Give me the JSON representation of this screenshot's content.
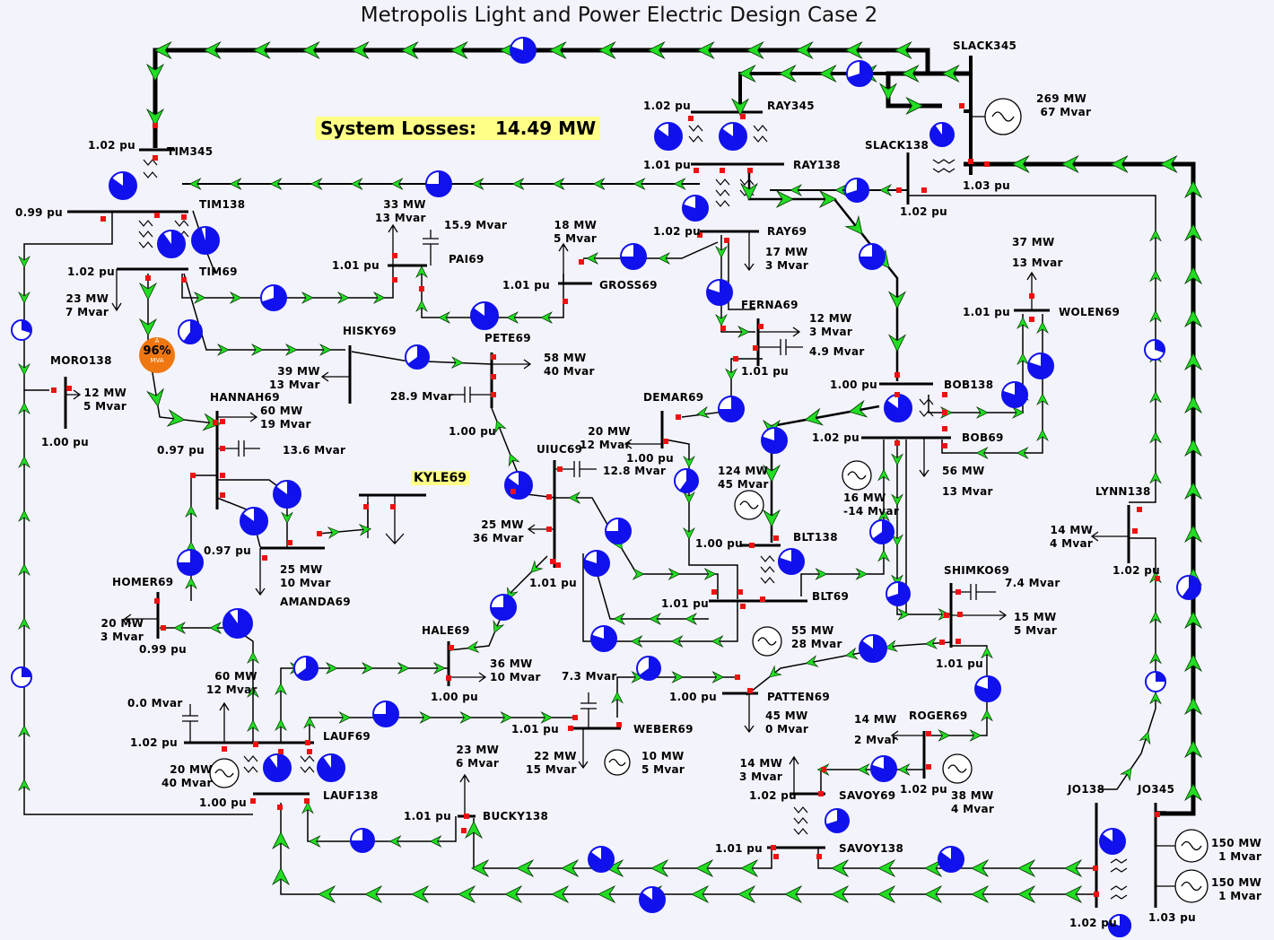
{
  "title": "Metropolis Light and Power Electric Design Case 2",
  "losses": {
    "label": "System Losses:",
    "value": "14.49 MW"
  },
  "highlight": {
    "bus": "KYLE69"
  },
  "overload": {
    "percent": "96%",
    "unit_top": "A",
    "unit_bottom": "MVA"
  },
  "colors": {
    "background": "#f3f3fb",
    "line": "#000000",
    "flow_arrow": "#22dd22",
    "breaker": "#ee1111",
    "pie_fill": "#1111ee",
    "overload": "#ee7711",
    "highlight": "#ffff88"
  },
  "buses": [
    {
      "name": "SLACK345",
      "pu": "1.03 pu"
    },
    {
      "name": "SLACK138",
      "pu": "1.02 pu"
    },
    {
      "name": "RAY345",
      "pu": "1.02 pu"
    },
    {
      "name": "RAY138",
      "pu": "1.01 pu"
    },
    {
      "name": "RAY69",
      "pu": "1.02 pu"
    },
    {
      "name": "TIM345",
      "pu": "1.02 pu"
    },
    {
      "name": "TIM138",
      "pu": "0.99 pu"
    },
    {
      "name": "TIM69",
      "pu": "1.02 pu"
    },
    {
      "name": "MORO138",
      "pu": "1.00 pu"
    },
    {
      "name": "HANNAH69",
      "pu": "0.97 pu"
    },
    {
      "name": "AMANDA69",
      "pu": "0.97 pu"
    },
    {
      "name": "HOMER69",
      "pu": "0.99 pu"
    },
    {
      "name": "LAUF69",
      "pu": "1.02 pu"
    },
    {
      "name": "LAUF138",
      "pu": "1.00 pu"
    },
    {
      "name": "HISKY69",
      "pu": ""
    },
    {
      "name": "PAI69",
      "pu": "1.01 pu"
    },
    {
      "name": "GROSS69",
      "pu": "1.01 pu"
    },
    {
      "name": "PETE69",
      "pu": "1.00 pu"
    },
    {
      "name": "FERNA69",
      "pu": "1.01 pu"
    },
    {
      "name": "DEMAR69",
      "pu": "1.00 pu"
    },
    {
      "name": "UIUC69",
      "pu": "1.01 pu"
    },
    {
      "name": "HALE69",
      "pu": "1.00 pu"
    },
    {
      "name": "WEBER69",
      "pu": "1.01 pu"
    },
    {
      "name": "BUCKY138",
      "pu": "1.01 pu"
    },
    {
      "name": "PATTEN69",
      "pu": "1.00 pu"
    },
    {
      "name": "BLT138",
      "pu": "1.00 pu"
    },
    {
      "name": "BLT69",
      "pu": "1.01 pu"
    },
    {
      "name": "BOB138",
      "pu": "1.00 pu"
    },
    {
      "name": "BOB69",
      "pu": "1.02 pu"
    },
    {
      "name": "WOLEN69",
      "pu": "1.01 pu"
    },
    {
      "name": "SHIMKO69",
      "pu": "1.01 pu"
    },
    {
      "name": "ROGER69",
      "pu": "1.02 pu"
    },
    {
      "name": "SAVOY69",
      "pu": "1.02 pu"
    },
    {
      "name": "SAVOY138",
      "pu": "1.01 pu"
    },
    {
      "name": "LYNN138",
      "pu": "1.02 pu"
    },
    {
      "name": "JO138",
      "pu": "1.02 pu"
    },
    {
      "name": "JO345",
      "pu": "1.03 pu"
    },
    {
      "name": "KYLE69",
      "pu": ""
    }
  ],
  "loads": [
    {
      "bus": "TIM69",
      "mw": "23 MW",
      "mvar": "7 Mvar"
    },
    {
      "bus": "MORO138",
      "mw": "12 MW",
      "mvar": "5 Mvar"
    },
    {
      "bus": "HANNAH69",
      "mw": "60 MW",
      "mvar": "19 Mvar"
    },
    {
      "bus": "HISKY69",
      "mw": "39 MW",
      "mvar": "13 Mvar"
    },
    {
      "bus": "PAI69",
      "mw": "33 MW",
      "mvar": "13 Mvar"
    },
    {
      "bus": "GROSS69",
      "mw": "18 MW",
      "mvar": "5 Mvar"
    },
    {
      "bus": "PETE69",
      "mw": "58 MW",
      "mvar": "40 Mvar"
    },
    {
      "bus": "RAY69",
      "mw": "17 MW",
      "mvar": "3 Mvar"
    },
    {
      "bus": "FERNA69",
      "mw": "12 MW",
      "mvar": "3 Mvar"
    },
    {
      "bus": "DEMAR69",
      "mw": "20 MW",
      "mvar": "12 Mvar"
    },
    {
      "bus": "UIUC69",
      "mw": "25 MW",
      "mvar": "36 Mvar"
    },
    {
      "bus": "AMANDA69",
      "mw": "25 MW",
      "mvar": "10 Mvar"
    },
    {
      "bus": "HOMER69",
      "mw": "20 MW",
      "mvar": "3 Mvar"
    },
    {
      "bus": "LAUF69",
      "mw": "60 MW",
      "mvar": "12 Mvar"
    },
    {
      "bus": "HALE69",
      "mw": "36 MW",
      "mvar": "10 Mvar"
    },
    {
      "bus": "WEBER69",
      "mw": "22 MW",
      "mvar": "15 Mvar"
    },
    {
      "bus": "BUCKY138",
      "mw": "23 MW",
      "mvar": "6 Mvar"
    },
    {
      "bus": "PATTEN69",
      "mw": "45 MW",
      "mvar": "0 Mvar"
    },
    {
      "bus": "BOB69",
      "mw": "56 MW",
      "mvar": "13 Mvar"
    },
    {
      "bus": "WOLEN69",
      "mw": "37 MW",
      "mvar": "13 Mvar"
    },
    {
      "bus": "SHIMKO69",
      "mw": "15 MW",
      "mvar": "5 Mvar"
    },
    {
      "bus": "ROGER69",
      "mw": "14 MW",
      "mvar": "2 Mvar"
    },
    {
      "bus": "SAVOY69",
      "mw": "14 MW",
      "mvar": "3 Mvar"
    },
    {
      "bus": "LYNN138",
      "mw": "14 MW",
      "mvar": "4 Mvar"
    }
  ],
  "generators": [
    {
      "bus": "SLACK345",
      "mw": "269 MW",
      "mvar": "67 Mvar"
    },
    {
      "bus": "BOB69",
      "mw": "16 MW",
      "mvar": "-14 Mvar"
    },
    {
      "bus": "BLT138",
      "mw": "124 MW",
      "mvar": "45 Mvar"
    },
    {
      "bus": "BLT69",
      "mw": "55 MW",
      "mvar": "28 Mvar"
    },
    {
      "bus": "LAUF69",
      "mw": "20 MW",
      "mvar": "40 Mvar"
    },
    {
      "bus": "WEBER69",
      "mw": "10 MW",
      "mvar": "5 Mvar"
    },
    {
      "bus": "ROGER69",
      "mw": "38 MW",
      "mvar": "4 Mvar"
    },
    {
      "bus": "JO345",
      "mw": "150 MW",
      "mvar": "1 Mvar"
    },
    {
      "bus": "JO345",
      "mw": "150 MW",
      "mvar": "1 Mvar"
    }
  ],
  "capacitors": [
    {
      "bus": "PAI69",
      "mvar": "15.9 Mvar"
    },
    {
      "bus": "HANNAH69",
      "mvar": "13.6 Mvar"
    },
    {
      "bus": "PETE69",
      "mvar": "28.9 Mvar"
    },
    {
      "bus": "FERNA69",
      "mvar": "4.9 Mvar"
    },
    {
      "bus": "UIUC69",
      "mvar": "12.8 Mvar"
    },
    {
      "bus": "SHIMKO69",
      "mvar": "7.4 Mvar"
    },
    {
      "bus": "WEBER69",
      "mvar": "7.3 Mvar"
    },
    {
      "bus": "LAUF69",
      "mvar": "0.0 Mvar"
    }
  ]
}
